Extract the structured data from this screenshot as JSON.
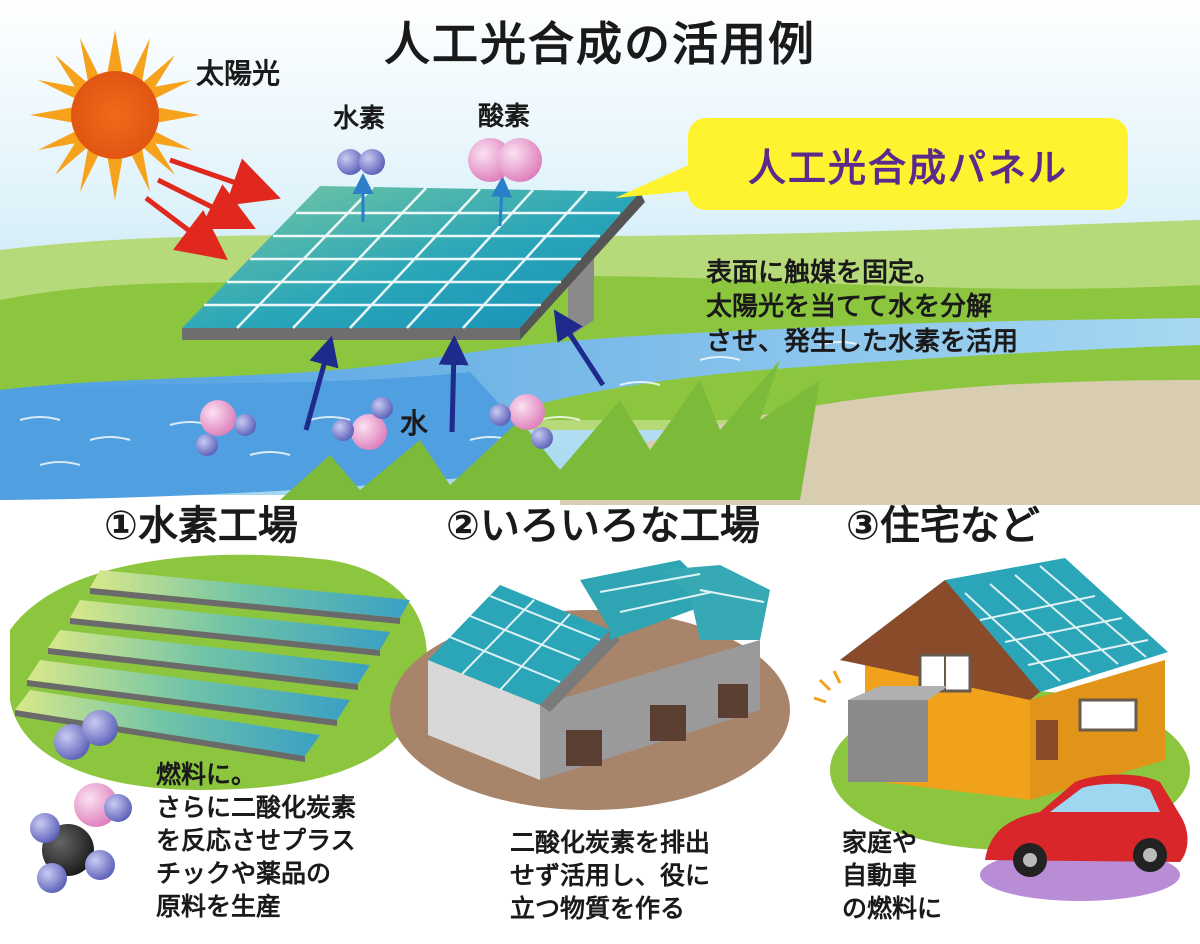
{
  "title": "人工光合成の活用例",
  "labels": {
    "sunlight": "太陽光",
    "hydrogen": "水素",
    "oxygen": "酸素",
    "water": "水"
  },
  "callout": {
    "text": "人工光合成パネル",
    "bg_color": "#fff22e",
    "text_color": "#5a2b8c"
  },
  "panel_description": "表面に触媒を固定。\n太陽光を当てて水を分解\nさせ、発生した水素を活用",
  "sections": [
    {
      "heading": "①水素工場",
      "description": "燃料に。\nさらに二酸化炭素\nを反応させプラス\nチックや薬品の\n原料を生産"
    },
    {
      "heading": "②いろいろな工場",
      "description": "二酸化炭素を排出\nせず活用し、役に\n立つ物質を作る"
    },
    {
      "heading": "③住宅など",
      "description": "家庭や\n自動車\nの燃料に"
    }
  ],
  "colors": {
    "sky": "#9fd6f0",
    "grass": "#8cc63f",
    "river": "#5aa9e6",
    "sun": "#f07a12",
    "arrow_light": "#e0281e",
    "arrow_dark": "#1e2a8c",
    "panel": "#2aa6b8",
    "hydrogen_molecule": "#6b6fc4",
    "oxygen_molecule": "#e58bc5",
    "house_wall": "#f0a21c",
    "factory_wall": "#bdbdbd",
    "car": "#d8262a"
  }
}
